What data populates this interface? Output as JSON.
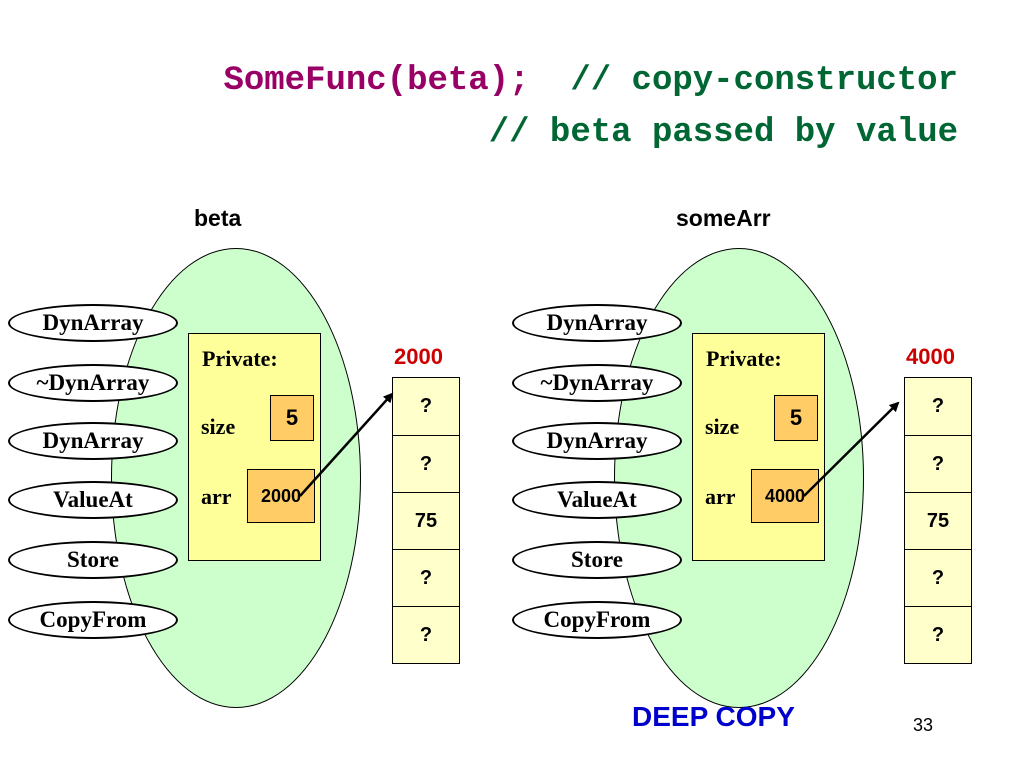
{
  "title": {
    "code": "SomeFunc(beta);",
    "comment1": "// copy-constructor",
    "comment2": "// beta passed by value"
  },
  "colors": {
    "code": "#990066",
    "comment": "#006633",
    "object_fill": "#ccffcc",
    "private_fill": "#ffff99",
    "value_fill": "#ffcc66",
    "array_fill": "#ffffcc",
    "address": "#cc0000",
    "footer": "#0000cc"
  },
  "objects": [
    {
      "name": "beta",
      "methods": [
        "DynArray",
        "~DynArray",
        "DynArray",
        "ValueAt",
        "Store",
        "CopyFrom"
      ],
      "private_label": "Private:",
      "size_label": "size",
      "size_value": "5",
      "arr_label": "arr",
      "arr_value": "2000",
      "address": "2000",
      "array": [
        "?",
        "?",
        "75",
        "?",
        "?"
      ]
    },
    {
      "name": "someArr",
      "methods": [
        "DynArray",
        "~DynArray",
        "DynArray",
        "ValueAt",
        "Store",
        "CopyFrom"
      ],
      "private_label": "Private:",
      "size_label": "size",
      "size_value": "5",
      "arr_label": "arr",
      "arr_value": "4000",
      "address": "4000",
      "array": [
        "?",
        "?",
        "75",
        "?",
        "?"
      ]
    }
  ],
  "footer": "DEEP COPY",
  "page_number": "33"
}
